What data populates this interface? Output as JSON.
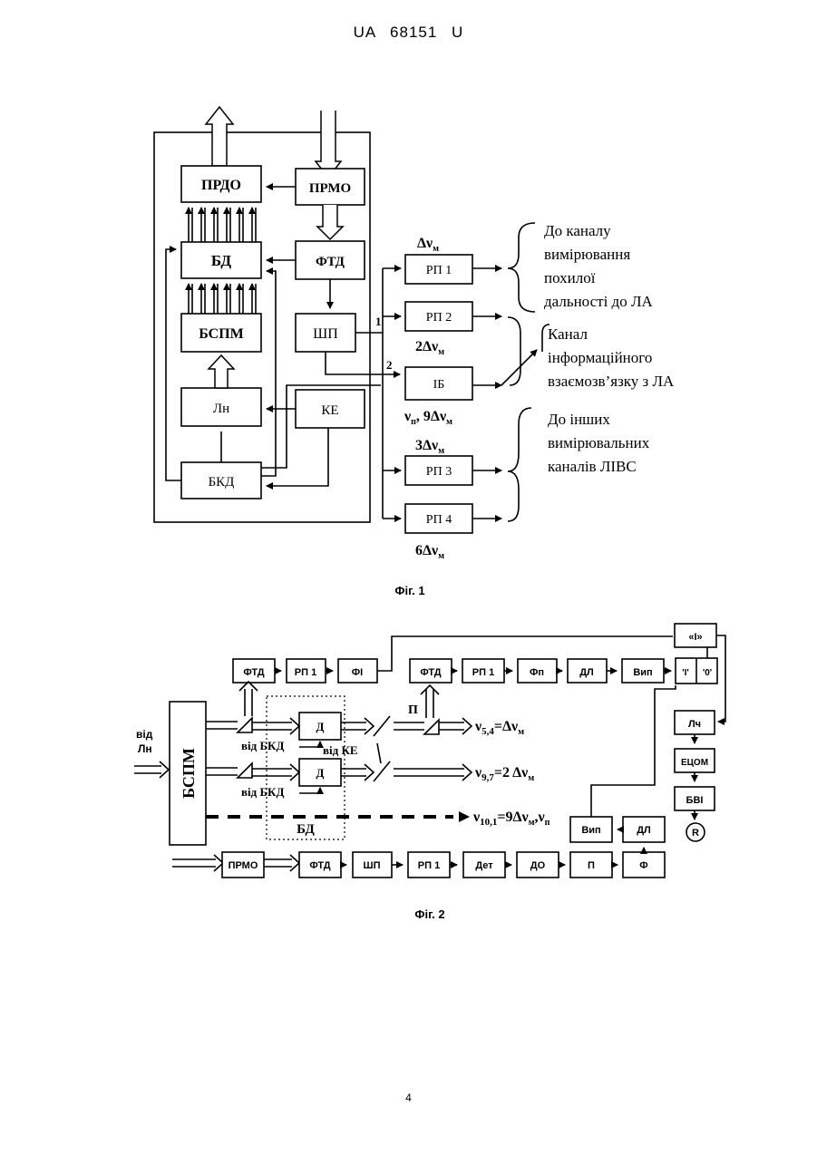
{
  "header": "UA   68151   U",
  "page_number": "4",
  "fig1": {
    "caption": "Фіг. 1",
    "blocks": {
      "prdo": "ПРДО",
      "prmo": "ПРМО",
      "bd": "БД",
      "ftd": "ФТД",
      "bspm": "БСПМ",
      "shp": "ШП",
      "ln": "Лн",
      "ke": "КЕ",
      "bkd": "БКД",
      "rp1": "РП 1",
      "rp2": "РП 2",
      "ib": "ІБ",
      "rp3": "РП 3",
      "rp4": "РП 4"
    },
    "labels": {
      "rp1_freq": "Δν",
      "rp1_freq_sub": "м",
      "rp2_freq": "2Δν",
      "rp2_freq_sub": "м",
      "ib_freq": "ν",
      "ib_freq_sub": "п",
      "ib_freq2": ", 9Δν",
      "ib_freq2_sub": "м",
      "rp3_freq": "3Δν",
      "rp3_freq_sub": "м",
      "rp4_freq": "6Δν",
      "rp4_freq_sub": "м",
      "out1": "1",
      "out2": "2"
    },
    "notes": {
      "note1": [
        "До каналу",
        "вимірювання",
        "похилої",
        "дальності до ЛА"
      ],
      "note2": [
        "Канал",
        "інформаційного",
        "взаємозв’язку з ЛА"
      ],
      "note3": [
        "До інших",
        "вимірювальних",
        "каналів ЛІВС"
      ]
    }
  },
  "fig2": {
    "caption": "Фіг. 2",
    "blocks": {
      "ftd_a": "ФТД",
      "rp1_a": "РП 1",
      "fi": "ФІ",
      "ftd_b": "ФТД",
      "rp1_b": "РП 1",
      "fp": "Фп",
      "dl_b": "ДЛ",
      "vip_b": "Вип",
      "and": "«І»",
      "one": "'I'",
      "zero": "'0'",
      "lch": "Лч",
      "etsom": "ЕЦОМ",
      "bvi": "БВІ",
      "r": "R",
      "bspm": "БСПМ",
      "d1": "Д",
      "d2": "Д",
      "bd": "БД",
      "vip_c": "Вип",
      "dl_c": "ДЛ",
      "prmo": "ПРМО",
      "ftd_c": "ФТД",
      "shp": "ШП",
      "rp1_c": "РП 1",
      "det": "Дет",
      "do": "ДО",
      "p": "П",
      "f": "Ф"
    },
    "labels": {
      "vid_ln_1": "від",
      "vid_ln_2": "Лн",
      "vid_bkd_1": "від БКД",
      "vid_ke": "від КЕ",
      "vid_bkd_2": "від БКД",
      "p_label": "П",
      "out1": "ν",
      "out1_sub": "5,4",
      "out1_rest": "=Δν",
      "out1_rest_sub": "м",
      "out2": "ν",
      "out2_sub": "9,7",
      "out2_rest": "=2 Δν",
      "out2_rest_sub": "м",
      "out3": "ν",
      "out3_sub": "10,1",
      "out3_rest": "=9Δν",
      "out3_rest_sub": "м",
      "out3_tail": ",ν",
      "out3_tail_sub": "п"
    }
  }
}
